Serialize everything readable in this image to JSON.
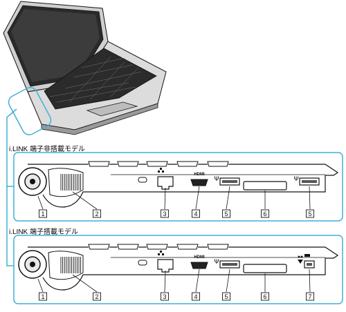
{
  "colors": {
    "frame": "#3fb0d6",
    "frame_fill": "#ffffff",
    "outline": "#111111",
    "body_gray": "#dcdcdc"
  },
  "panels": [
    {
      "caption": "i.LINK 端子非搭載モデル",
      "callouts": [
        "1",
        "2",
        "3",
        "4",
        "5",
        "6",
        "5"
      ]
    },
    {
      "caption": "i.LINK 端子搭載モデル",
      "callouts": [
        "1",
        "2",
        "3",
        "4",
        "5",
        "6",
        "7"
      ]
    }
  ],
  "port_labels": {
    "hdmi": "HDMI",
    "usb": "USB-icon",
    "lan": "LAN-icon",
    "ilink": "i.LINK-icon"
  }
}
